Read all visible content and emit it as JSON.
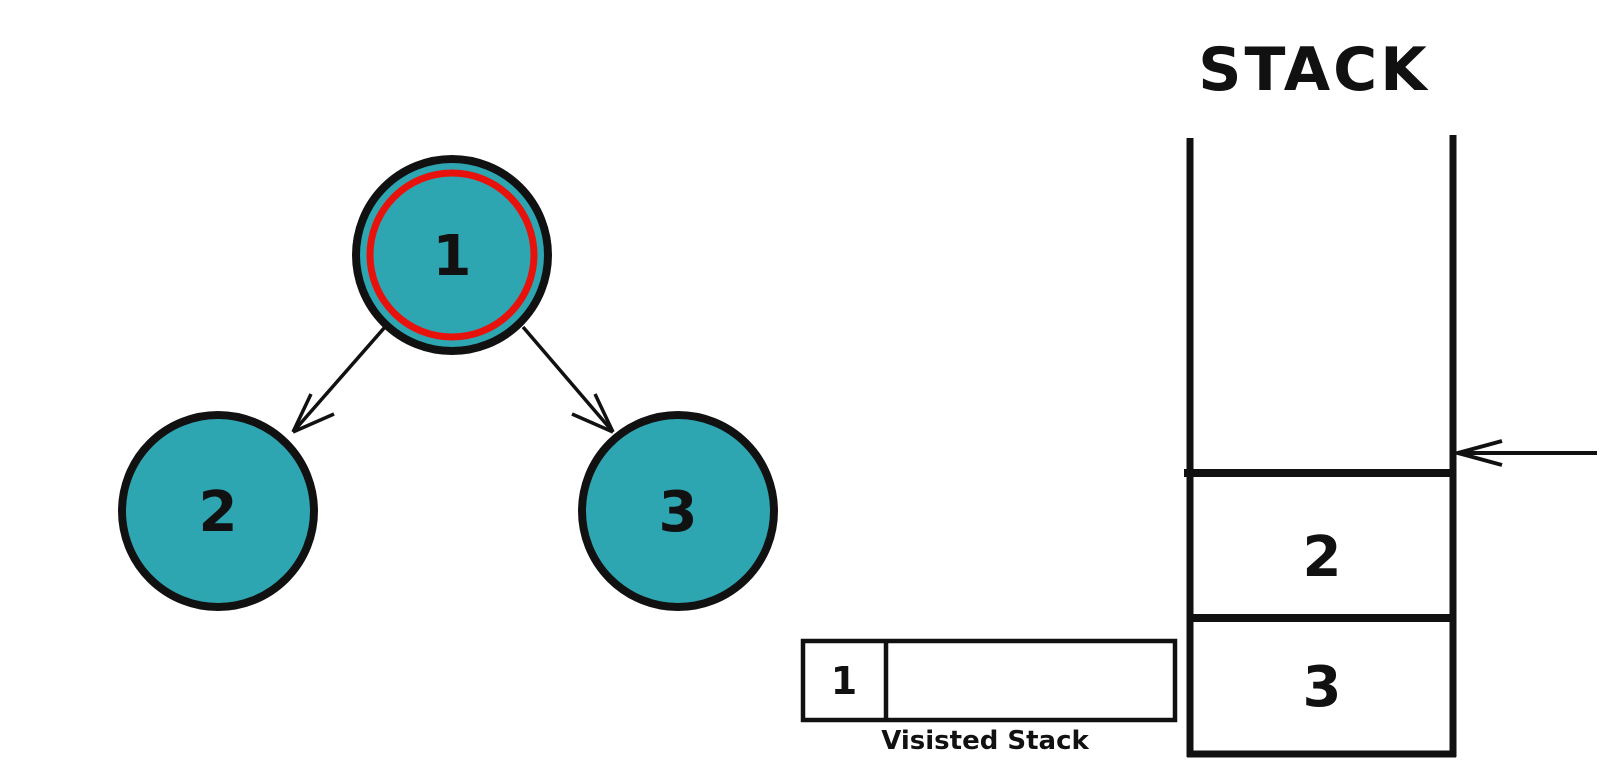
{
  "colors": {
    "node_fill": "#2ea6b2",
    "node_stroke": "#111111",
    "highlight_ring": "#e8120c",
    "line": "#111111",
    "background": "#ffffff"
  },
  "tree": {
    "nodes": [
      {
        "id": "1",
        "label": "1",
        "highlighted": true
      },
      {
        "id": "2",
        "label": "2",
        "highlighted": false
      },
      {
        "id": "3",
        "label": "3",
        "highlighted": false
      }
    ],
    "edges": [
      {
        "from": "1",
        "to": "2"
      },
      {
        "from": "1",
        "to": "3"
      }
    ]
  },
  "stack": {
    "title": "STACK",
    "items": [
      "2",
      "3"
    ],
    "pointer": "arrow-left"
  },
  "visited": {
    "items": [
      "1"
    ],
    "caption": "Visisted Stack"
  }
}
